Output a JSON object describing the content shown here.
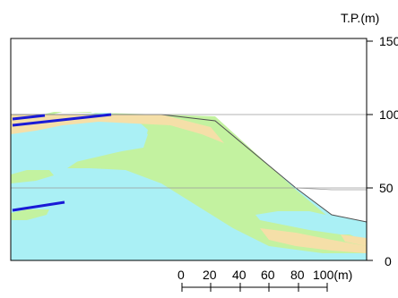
{
  "axis": {
    "unit_label": "T.P.(m)",
    "ticks": [
      "150",
      "100",
      "50",
      "0"
    ]
  },
  "scale_bar": {
    "labels": [
      "0",
      "20",
      "40",
      "60",
      "80",
      "100(m)"
    ]
  },
  "colors": {
    "blue_zone": "#aaf0f5",
    "green_zone": "#c3f2a0",
    "beige_zone": "#f5dfa8",
    "dark_blue_lines": "#1a1ad6",
    "outline": "#505050"
  }
}
